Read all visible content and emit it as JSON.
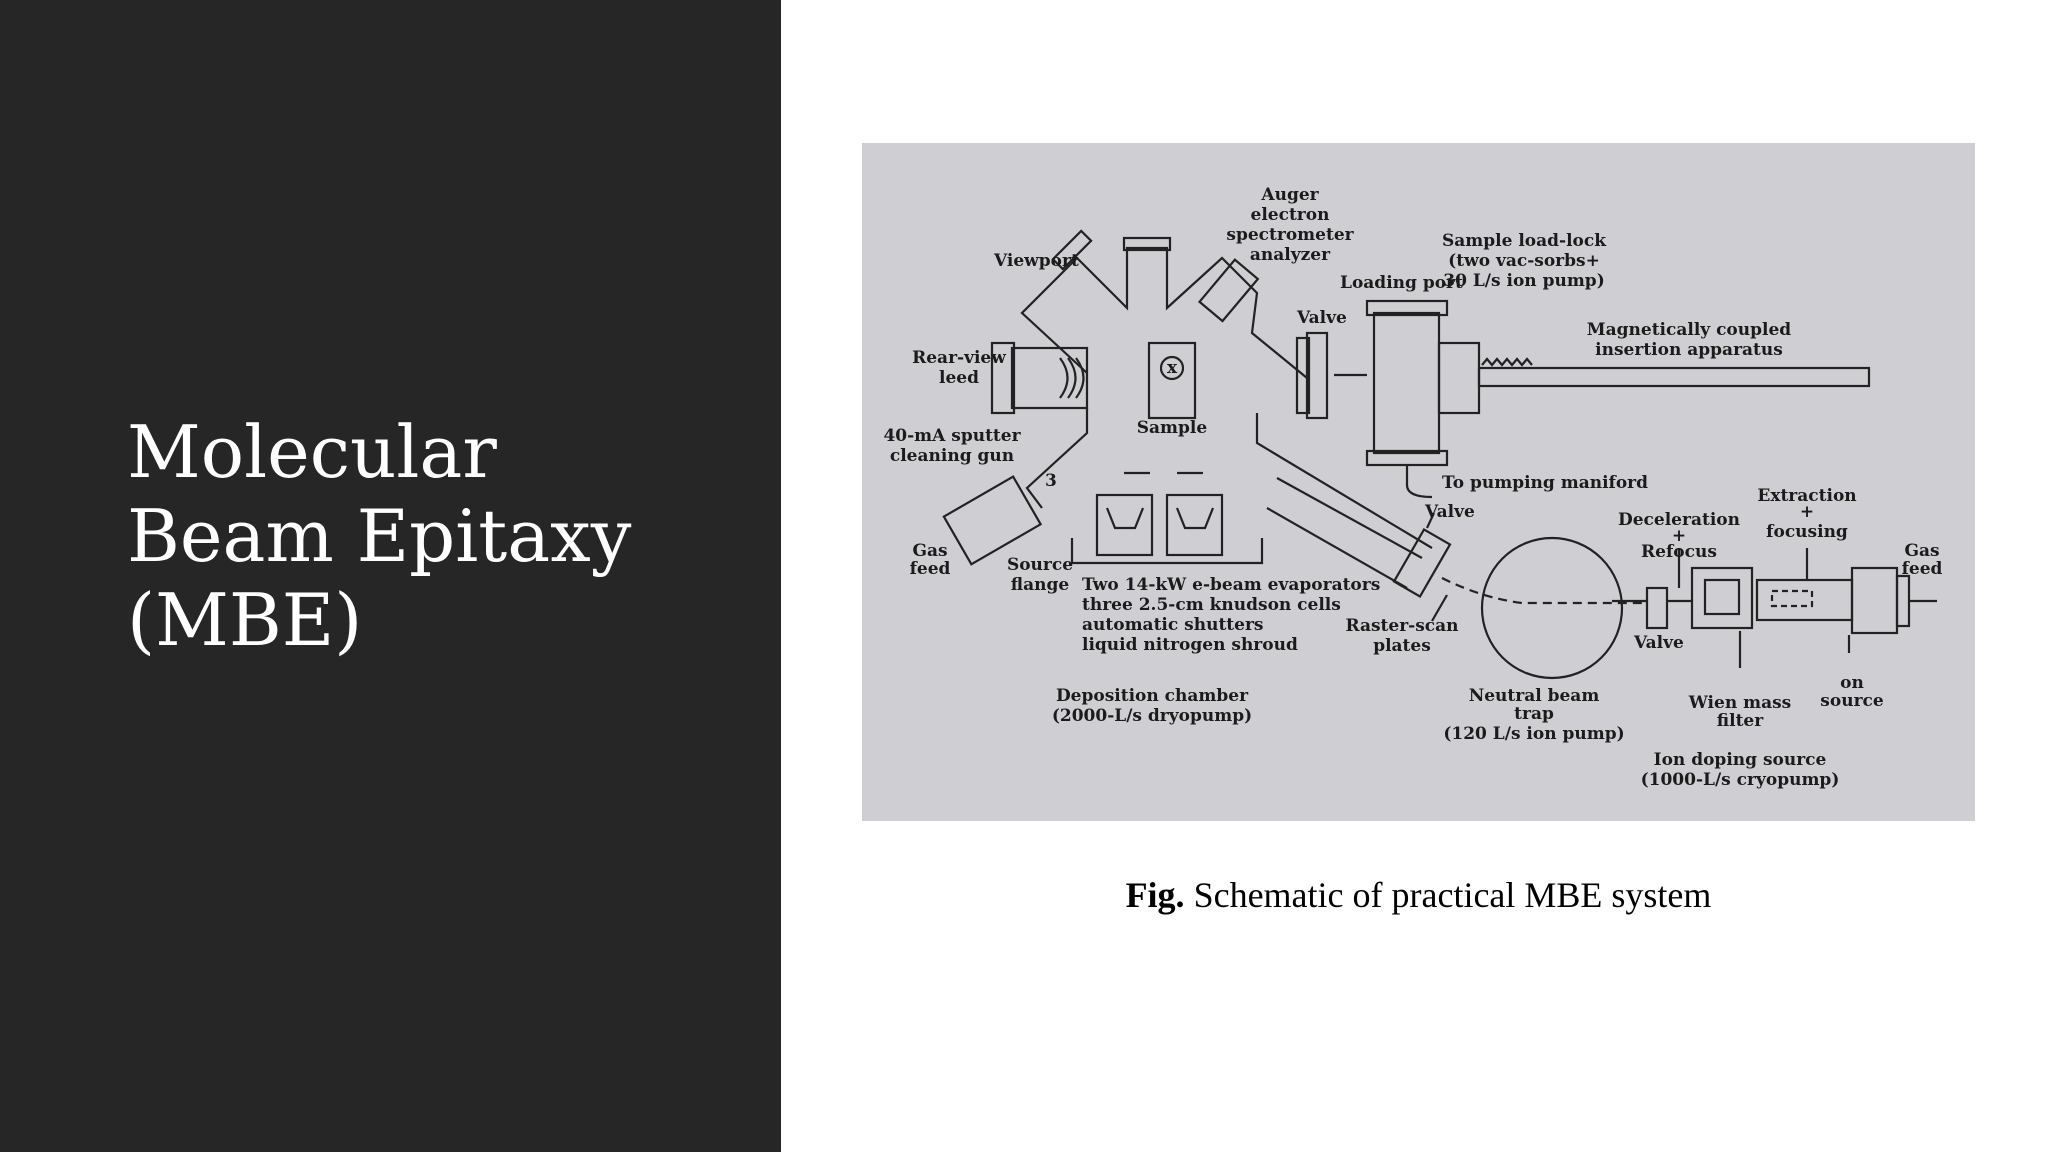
{
  "slide": {
    "title_lines": [
      "Molecular",
      "Beam Epitaxy",
      "(MBE)"
    ],
    "left_panel_color": "#262626",
    "background_color": "#ffffff"
  },
  "figure": {
    "caption_prefix": "Fig.",
    "caption_text": " Schematic of practical MBE system",
    "labels": {
      "auger_1": "Auger",
      "auger_2": "electron",
      "auger_3": "spectrometer",
      "auger_4": "analyzer",
      "viewport": "Viewport",
      "loadlock_1": "Sample load-lock",
      "loadlock_2": "(two vac-sorbs+",
      "loadlock_3": "30 L/s ion pump)",
      "loading_port": "Loading port",
      "valve_top": "Valve",
      "magnetic_1": "Magnetically coupled",
      "magnetic_2": "insertion apparatus",
      "rearview_1": "Rear-view",
      "rearview_2": "leed",
      "sample": "Sample",
      "sputter_1": "40-mA sputter",
      "sputter_2": "cleaning gun",
      "pumping": "To pumping maniford",
      "valve_mid": "Valve",
      "decel_1": "Deceleration",
      "decel_2": "+",
      "decel_3": "Refocus",
      "extract_1": "Extraction",
      "extract_2": "+",
      "extract_3": "focusing",
      "gasfeed_left_1": "Gas",
      "gasfeed_left_2": "feed",
      "gasfeed_right_1": "Gas",
      "gasfeed_right_2": "feed",
      "source_flange_1": "Source",
      "source_flange_2": "flange",
      "evap_1": "Two 14-kW e-beam evaporators",
      "evap_2": "three 2.5-cm knudson cells",
      "evap_3": "automatic shutters",
      "evap_4": "liquid nitrogen shroud",
      "raster_1": "Raster-scan",
      "raster_2": "plates",
      "valve_bottom": "Valve",
      "on_source_1": "on",
      "on_source_2": "source",
      "deposition_1": "Deposition chamber",
      "deposition_2": "(2000-L/s dryopump)",
      "neutral_1": "Neutral beam",
      "neutral_2": "trap",
      "neutral_3": "(120 L/s ion pump)",
      "wien_1": "Wien mass",
      "wien_2": "filter",
      "iondoping_1": "Ion doping source",
      "iondoping_2": "(1000-L/s cryopump)",
      "gun_number": "3",
      "sample_symbol": "x"
    }
  }
}
